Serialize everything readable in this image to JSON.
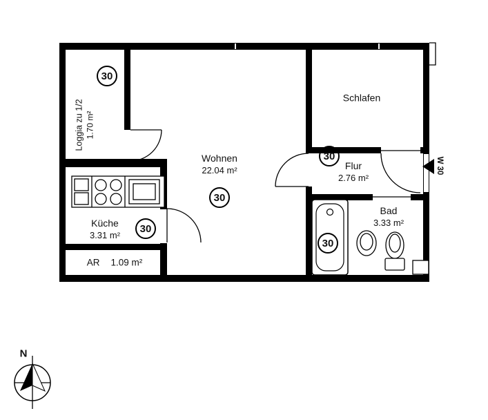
{
  "unit": {
    "circled_number": "30",
    "entrance_label": "W 30"
  },
  "rooms": {
    "loggia": {
      "name": "Loggia zu 1/2",
      "area": "1.70 m²"
    },
    "wohnen": {
      "name": "Wohnen",
      "area": "22.04 m²"
    },
    "schlafen": {
      "name": "Schlafen"
    },
    "flur": {
      "name": "Flur",
      "area": "2.76 m²"
    },
    "bad": {
      "name": "Bad",
      "area": "3.33 m²"
    },
    "kueche": {
      "name": "Küche",
      "area": "3.31 m²"
    },
    "ar": {
      "name": "AR",
      "area": "1.09 m²"
    }
  },
  "compass": {
    "north_label": "N"
  },
  "colors": {
    "ink": "#000000",
    "background": "#ffffff"
  },
  "icons": {
    "entrance_marker": "triangle-pointing-left",
    "north_compass": "circle-cross-half-filled-needle",
    "bathtub": "rounded-rect-tub",
    "toilet": "bowl-with-tank",
    "washbasin": "oval-basin",
    "stove": "four-burner-circles",
    "kitchen_sink": "double-square-basin"
  }
}
